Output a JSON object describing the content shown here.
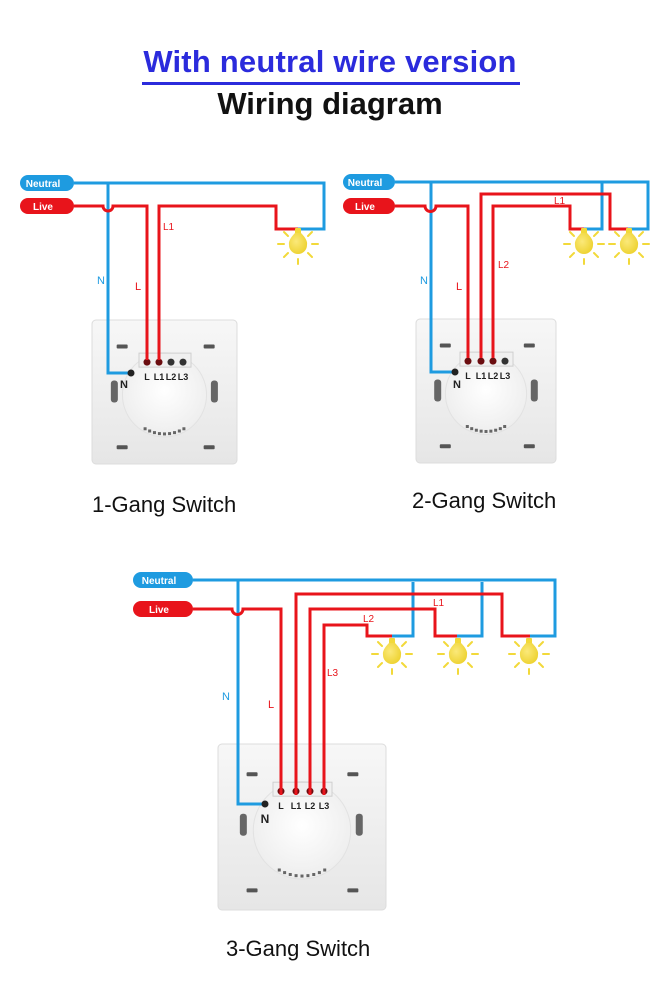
{
  "header": {
    "title": "With neutral wire version",
    "subtitle": "Wiring diagram"
  },
  "colors": {
    "title_blue": "#2b2bdc",
    "neutral_wire": "#1e9be0",
    "live_wire": "#e8141b",
    "bulb": "#f2d93a",
    "plate": "#f3f3f3"
  },
  "labels": {
    "neutral_pill": "Neutral",
    "live_pill": "Live",
    "wire_n": "N",
    "wire_l": "L",
    "wire_l1": "L1",
    "wire_l2": "L2",
    "wire_l3": "L3",
    "terminal_n": "N",
    "terminal_l": "L",
    "terminal_l1": "L1",
    "terminal_l2": "L2",
    "terminal_l3": "L3"
  },
  "diagrams": [
    {
      "caption": "1-Gang Switch",
      "gangs": 1,
      "bulbs": 1
    },
    {
      "caption": "2-Gang Switch",
      "gangs": 2,
      "bulbs": 2
    },
    {
      "caption": "3-Gang Switch",
      "gangs": 3,
      "bulbs": 3
    }
  ]
}
